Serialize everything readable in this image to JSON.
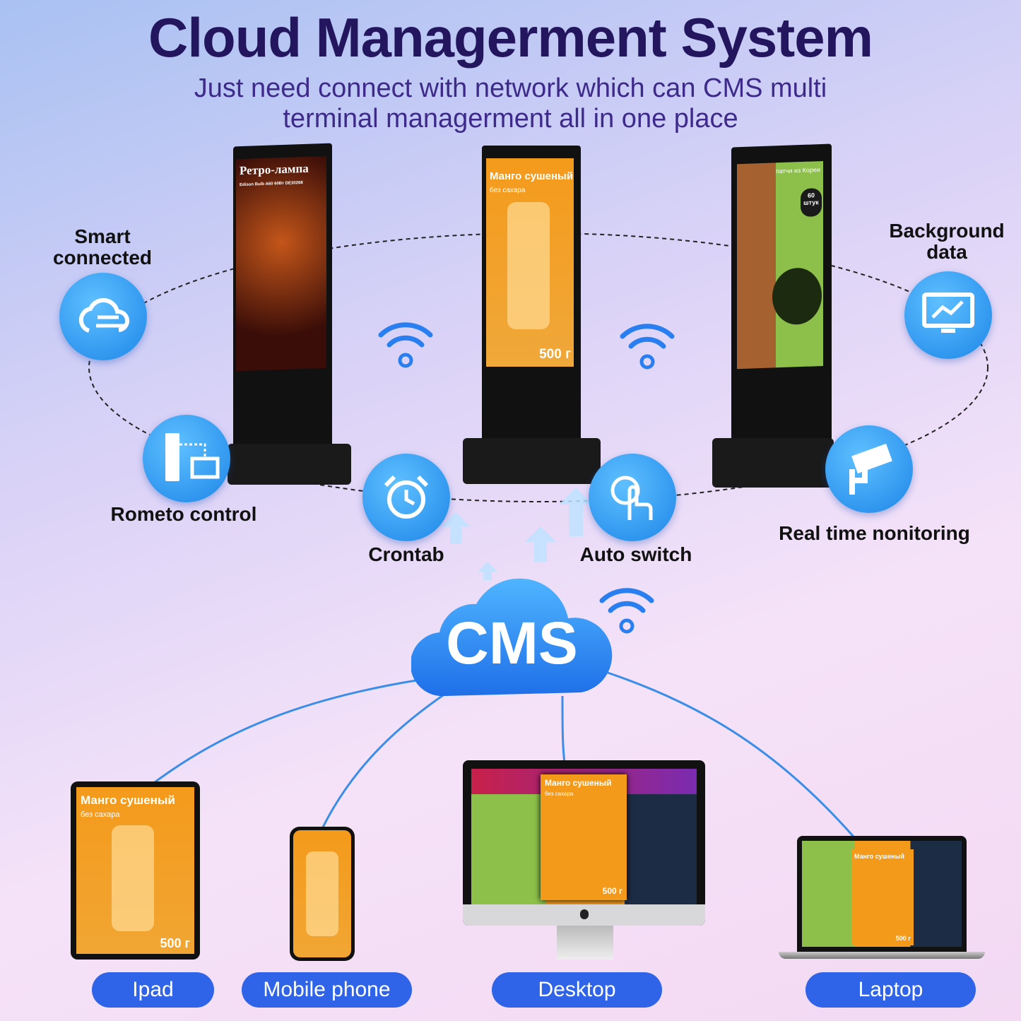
{
  "header": {
    "title": "Cloud Managerment System",
    "subtitle_line1": "Just need connect with network which can CMS multi",
    "subtitle_line2": "terminal managerment all in one place"
  },
  "features": [
    {
      "label": "Smart connected",
      "icon": "cloud-network-icon"
    },
    {
      "label": "Background data",
      "icon": "monitor-chart-icon"
    },
    {
      "label": "Rometo control",
      "icon": "remote-devices-icon"
    },
    {
      "label": "Crontab",
      "icon": "alarm-clock-icon"
    },
    {
      "label": "Auto switch",
      "icon": "tap-hand-icon"
    },
    {
      "label": "Real time nonitoring",
      "icon": "cctv-camera-icon"
    }
  ],
  "kiosks": [
    {
      "screen_title": "Ретро-лампа",
      "screen_sub": "Edison Bulb A60 60Вт DE30268",
      "bg": "#3a0d08"
    },
    {
      "screen_title": "Манго сушеный",
      "screen_sub": "без сахара",
      "price": "500 г",
      "bg": "#f39a1c"
    },
    {
      "screen_title": "патчи из Кореи",
      "badge": "60 штук",
      "bg": "#8cc04a"
    }
  ],
  "cms": {
    "label": "CMS",
    "color": "#1f7cf0"
  },
  "devices": [
    {
      "label": "Ipad",
      "screen_title": "Манго сушеный",
      "screen_sub": "без сахара",
      "price": "500 г"
    },
    {
      "label": "Mobile phone"
    },
    {
      "label": "Desktop",
      "screen_title": "Манго сушеный",
      "screen_sub": "без сахара",
      "price": "500 г"
    },
    {
      "label": "Laptop",
      "screen_title": "Манго сушеный",
      "price": "500 г"
    }
  ],
  "colors": {
    "title": "#23165e",
    "accent": "#2f63e8",
    "icon_blue": "#1d86e8"
  }
}
